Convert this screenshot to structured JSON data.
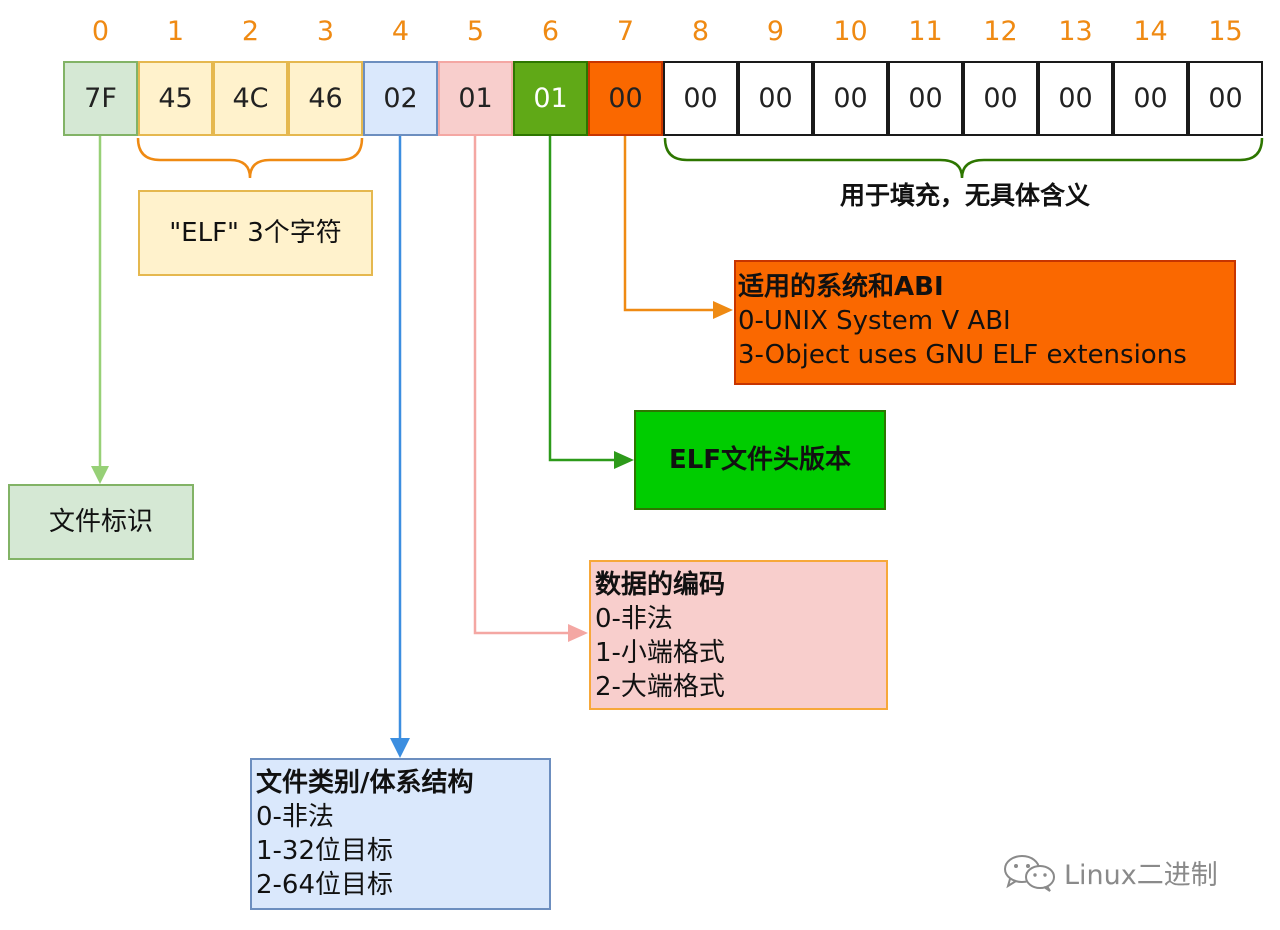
{
  "indices": [
    "0",
    "1",
    "2",
    "3",
    "4",
    "5",
    "6",
    "7",
    "8",
    "9",
    "10",
    "11",
    "12",
    "13",
    "14",
    "15"
  ],
  "bytes": [
    "7F",
    "45",
    "4C",
    "46",
    "02",
    "01",
    "01",
    "00",
    "00",
    "00",
    "00",
    "00",
    "00",
    "00",
    "00",
    "00"
  ],
  "colors": {
    "index_text": "#ef8a13",
    "magic_fill": "#d5e8d4",
    "magic_stroke": "#82b366",
    "elf_fill": "#fff2cc",
    "elf_stroke": "#e5b84f",
    "class_fill": "#dae8fc",
    "class_stroke": "#6c8ebf",
    "class_arrow": "#3c8ee0",
    "data_fill": "#f8cecc",
    "data_stroke": "#f4a7a3",
    "data_box_stroke": "#f7a83a",
    "version_fill": "#60a917",
    "version_stroke": "#2d7600",
    "version_box_fill": "#00cc00",
    "version_box_stroke": "#2d7600",
    "abi_fill": "#fa6800",
    "abi_stroke": "#c73500",
    "pad_stroke": "#1a1a1a",
    "pad_brace": "#2d7600",
    "magic_arrow": "#97d077"
  },
  "labels": {
    "elf_chars": "\"ELF\" 3个字符",
    "padding": "用于填充，无具体含义",
    "file_magic": "文件标识",
    "abi": {
      "title": "适用的系统和ABI",
      "lines": [
        "0-UNIX System V ABI",
        "3-Object uses GNU ELF extensions"
      ]
    },
    "version": "ELF文件头版本",
    "data_encoding": {
      "title": "数据的编码",
      "lines": [
        "0-非法",
        "1-小端格式",
        "2-大端格式"
      ]
    },
    "file_class": {
      "title": "文件类别/体系结构",
      "lines": [
        "0-非法",
        "1-32位目标",
        "2-64位目标"
      ]
    }
  },
  "watermark": "Linux二进制"
}
